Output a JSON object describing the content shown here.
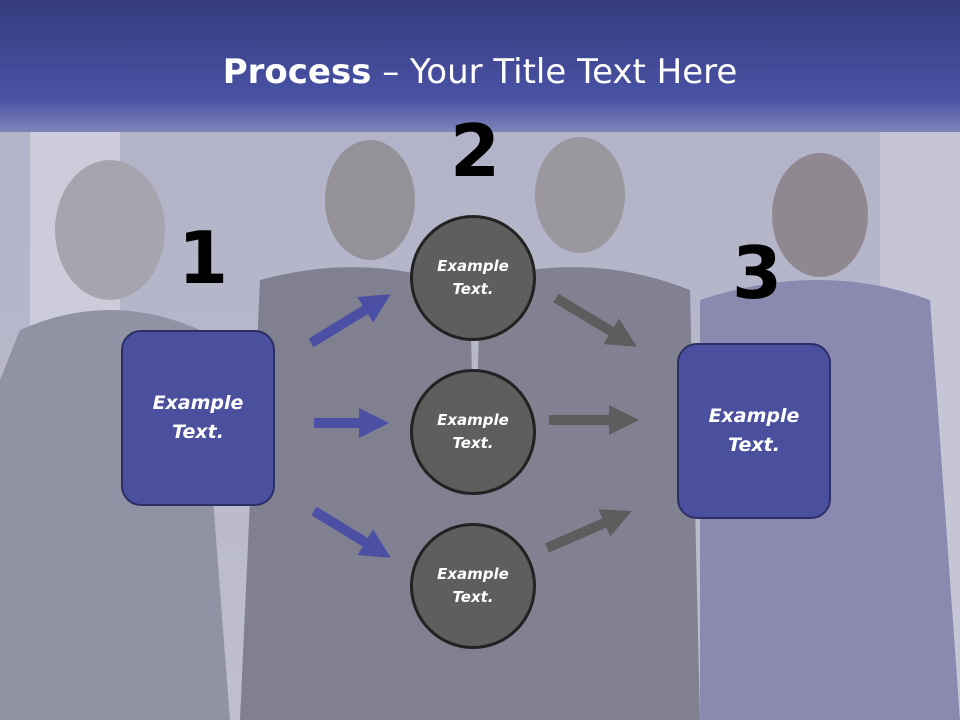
{
  "title": {
    "bold": "Process",
    "rest": " – Your Title Text Here"
  },
  "steps": [
    {
      "number": "1",
      "label": "Example\nText."
    },
    {
      "number": "2",
      "label": "Example\nText."
    },
    {
      "number": "3",
      "label": "Example\nText."
    }
  ],
  "circles": [
    {
      "label": "Example\nText."
    },
    {
      "label": "Example\nText."
    },
    {
      "label": "Example\nText."
    }
  ],
  "colors": {
    "header": "#3d4596",
    "box": "#4a4f9e",
    "circle": "#5e5e5e",
    "arrow_blue": "#4b50a5",
    "arrow_gray": "#5d5d5d"
  }
}
